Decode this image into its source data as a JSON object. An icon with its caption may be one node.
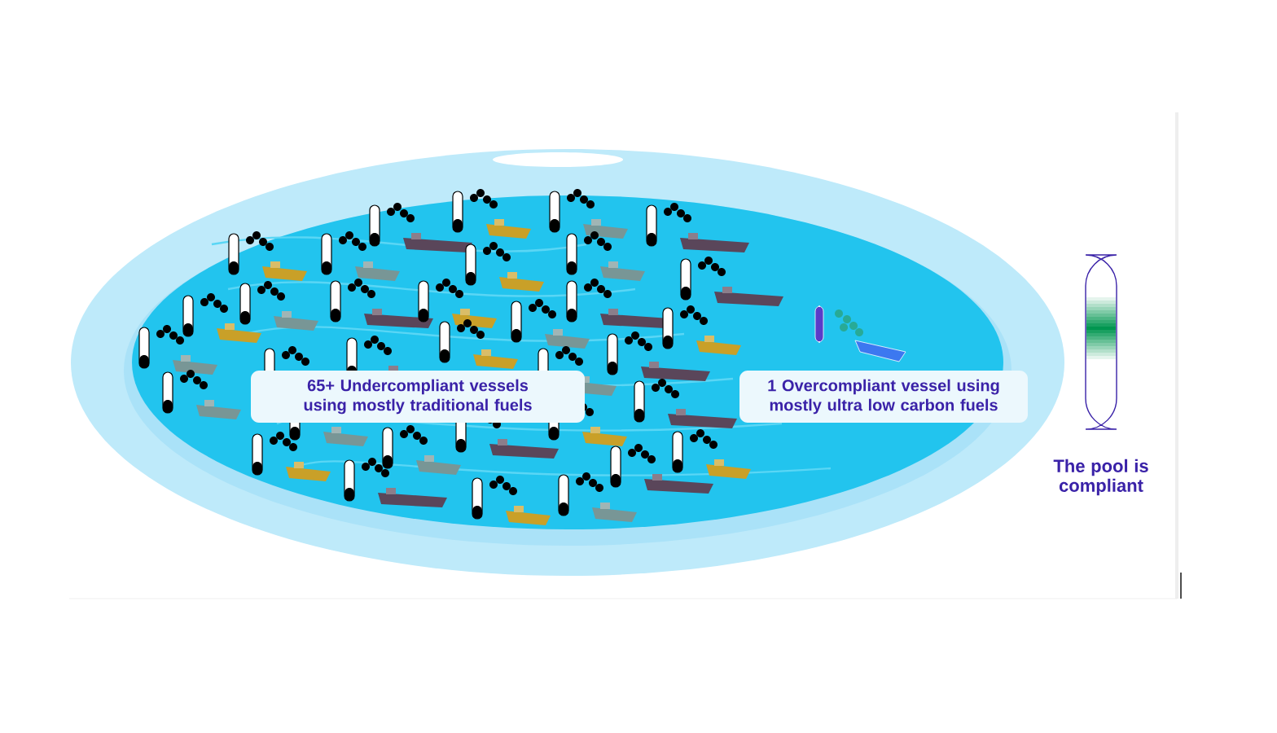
{
  "diagram": {
    "nodes": [
      {
        "text": [
          "65+ Undercompliant vessels using mostly traditional fuels"
        ]
      },
      {
        "text": [
          "1 Overcompliant vessel using mostly ultra low carbon fuels"
        ]
      }
    ],
    "labels": [
      "The pool is compliant"
    ]
  }
}
